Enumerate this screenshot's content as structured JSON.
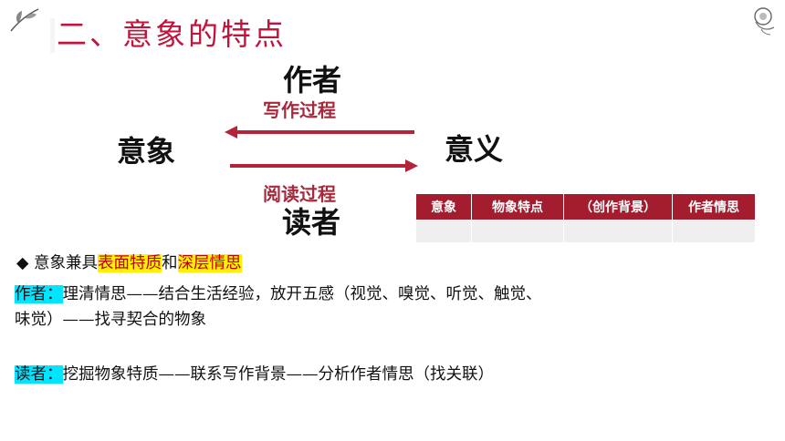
{
  "title": "二、意象的特点",
  "diagram": {
    "author": "作者",
    "writing_process": "写作过程",
    "image": "意象",
    "meaning": "意义",
    "reading_process": "阅读过程",
    "reader": "读者"
  },
  "table": {
    "headers": [
      "意象",
      "物象特点",
      "（创作背景）",
      "作者情思"
    ],
    "rows": [
      [
        "",
        "",
        "",
        ""
      ]
    ],
    "header_color": "#a31d2f"
  },
  "points": {
    "bullet": "◆",
    "line1_prefix": "意象兼具",
    "line1_hl1": "表面特质",
    "line1_mid": "和",
    "line1_hl2": "深层情思",
    "author_label": "作者：",
    "author_text_1": "理清情思——结合生活经验，放开五感（视觉、嗅觉、听觉、触觉、",
    "author_text_2": "味觉）——找寻契合的物象",
    "reader_label": "读者：",
    "reader_text": "挖掘物象特质——联系写作背景——分析作者情思（找关联）"
  },
  "colors": {
    "accent": "#c0143c",
    "arrow": "#b3243a",
    "highlight_yellow": "#fff200",
    "highlight_cyan": "#00e5ff"
  }
}
